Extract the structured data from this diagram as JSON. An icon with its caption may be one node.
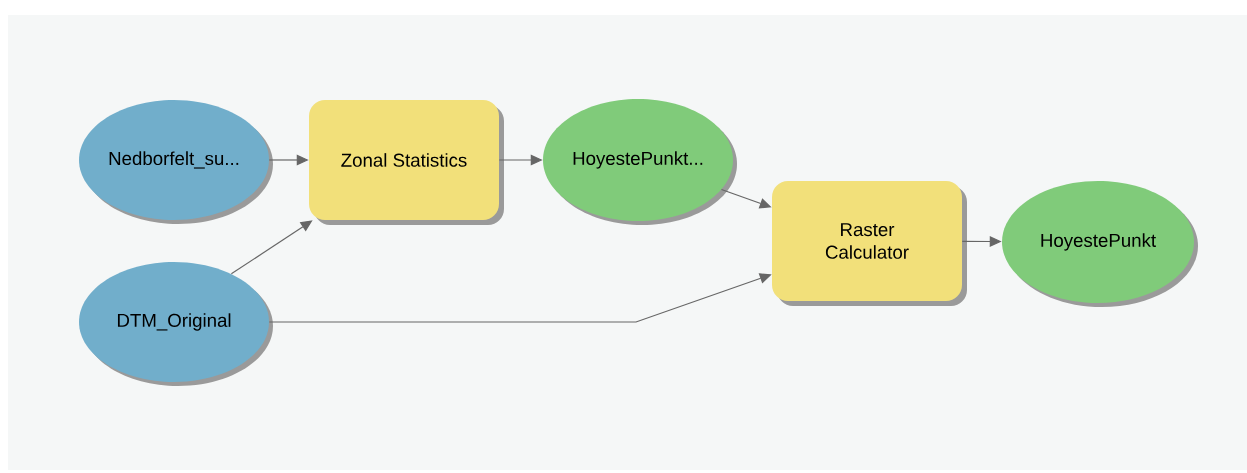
{
  "diagram": {
    "nodes": [
      {
        "text": [
          "Nedborfelt_su..."
        ]
      },
      {
        "text": [
          "Zonal Statistics"
        ]
      },
      {
        "text": [
          "HoyestePunkt..."
        ]
      },
      {
        "text": [
          "DTM_Original"
        ]
      },
      {
        "text": [
          "Raster Calculator"
        ]
      },
      {
        "text": [
          "HoyestePunkt"
        ]
      }
    ],
    "edges": [
      {
        "from": 0,
        "to": 1,
        "arrow": "to"
      },
      {
        "from": 3,
        "to": 1,
        "arrow": "to"
      },
      {
        "from": 1,
        "to": 2,
        "arrow": "to"
      },
      {
        "from": 2,
        "to": 4,
        "arrow": "to"
      },
      {
        "from": 3,
        "to": 4,
        "arrow": "to"
      },
      {
        "from": 4,
        "to": 5,
        "arrow": "to"
      }
    ]
  }
}
